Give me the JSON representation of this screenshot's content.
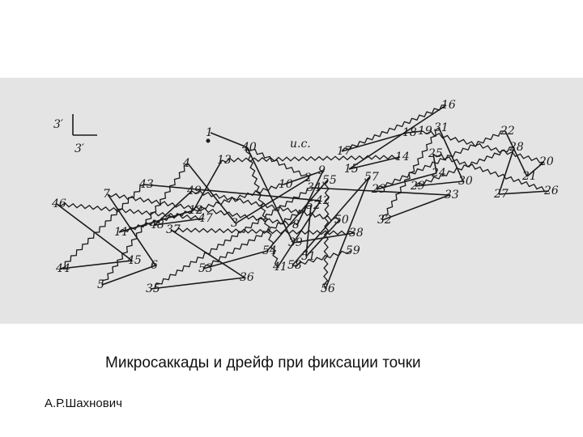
{
  "caption": "Микросаккады и дрейф при фиксации точки",
  "author": "А.Р.Шахнович",
  "figure": {
    "fixation_label": "и.с.",
    "scale_v": "3′",
    "scale_h": "3′",
    "labels": [
      "1",
      "2",
      "3",
      "4",
      "5",
      "6",
      "7",
      "8",
      "9",
      "10",
      "11",
      "12",
      "13",
      "14",
      "15",
      "16",
      "17",
      "18",
      "19",
      "20",
      "21",
      "22",
      "23",
      "24",
      "25",
      "26",
      "27",
      "28",
      "29",
      "30",
      "31",
      "32",
      "33",
      "34",
      "35",
      "36",
      "37",
      "38",
      "39",
      "40",
      "41",
      "42",
      "43",
      "44",
      "45",
      "46",
      "47",
      "48",
      "49",
      "50",
      "51",
      "52",
      "53",
      "54",
      "55",
      "56",
      "57",
      "58",
      "59"
    ]
  }
}
